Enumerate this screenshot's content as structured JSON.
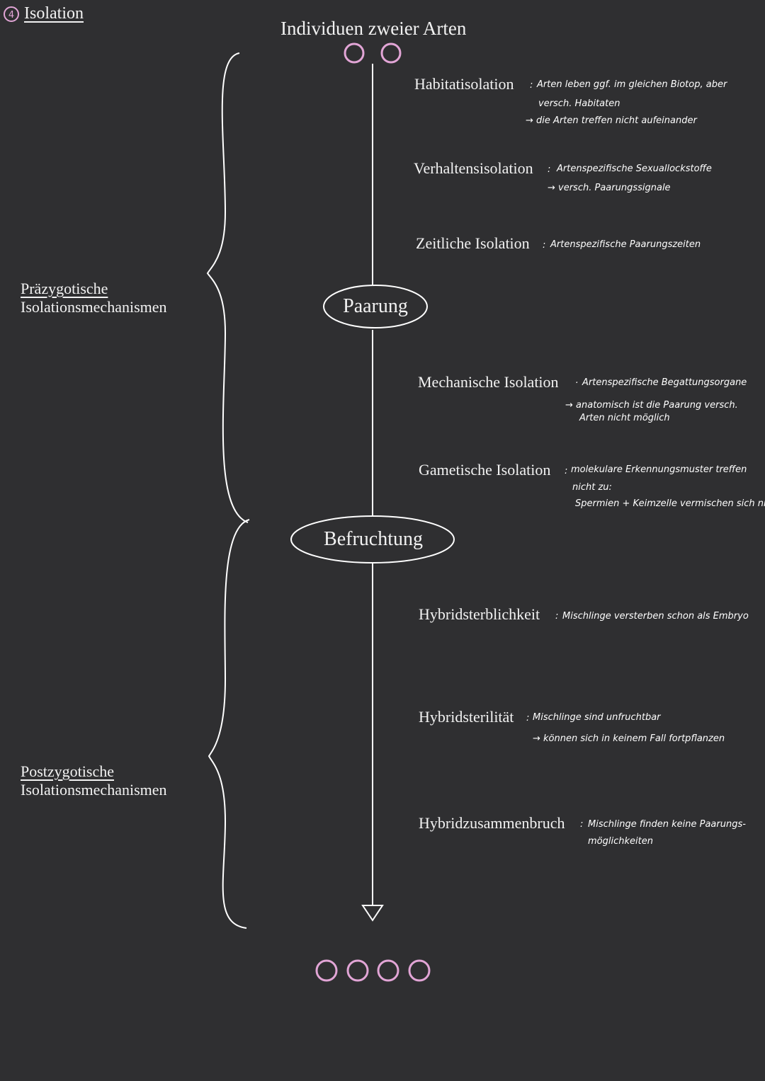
{
  "header": {
    "number": "4",
    "title": "Isolation"
  },
  "top_label": "Individuen zweier Arten",
  "groups": {
    "praezygotisch": {
      "line1": "Präzygotische",
      "line2": "Isolationsmechanismen"
    },
    "postzygotisch": {
      "line1": "Postzygotische",
      "line2": "Isolationsmechanismen"
    }
  },
  "stages": {
    "paarung": "Paarung",
    "befruchtung": "Befruchtung"
  },
  "mechanisms": [
    {
      "name": "Habitatisolation",
      "sep": ":",
      "note1": "Arten leben ggf. im gleichen Biotop, aber",
      "note2": "versch. Habitaten",
      "note3": "→ die Arten treffen nicht aufeinander"
    },
    {
      "name": "Verhaltensisolation",
      "sep": ":",
      "note1": "Artenspezifische Sexuallockstoffe",
      "note2": "→ versch. Paarungssignale",
      "note3": ""
    },
    {
      "name": "Zeitliche Isolation",
      "sep": ":",
      "note1": "Artenspezifische Paarungszeiten",
      "note2": "",
      "note3": ""
    },
    {
      "name": "Mechanische Isolation",
      "sep": "·",
      "note1": "Artenspezifische Begattungsorgane",
      "note2": "→ anatomisch ist die Paarung versch.",
      "note3": "Arten nicht möglich"
    },
    {
      "name": "Gametische Isolation",
      "sep": ":",
      "note1": "molekulare Erkennungsmuster treffen",
      "note2": "nicht zu:",
      "note3": "Spermien + Keimzelle vermischen sich nicht"
    },
    {
      "name": "Hybridsterblichkeit",
      "sep": ":",
      "note1": "Mischlinge versterben schon als Embryo",
      "note2": "",
      "note3": ""
    },
    {
      "name": "Hybridsterilität",
      "sep": ":",
      "note1": "Mischlinge sind unfruchtbar",
      "note2": "→ können sich in keinem Fall fortpflanzen",
      "note3": ""
    },
    {
      "name": "Hybridzusammenbruch",
      "sep": ":",
      "note1": "Mischlinge finden keine Paarungs-",
      "note2": "möglichkeiten",
      "note3": ""
    }
  ],
  "colors": {
    "background": "#2f2f31",
    "text": "#f2f2f2",
    "accent_pink": "#e2a5d6"
  },
  "icons": {
    "header_number": "circled-number",
    "top_individuals": "pink-circles-2",
    "bottom_individuals": "pink-circles-4"
  }
}
